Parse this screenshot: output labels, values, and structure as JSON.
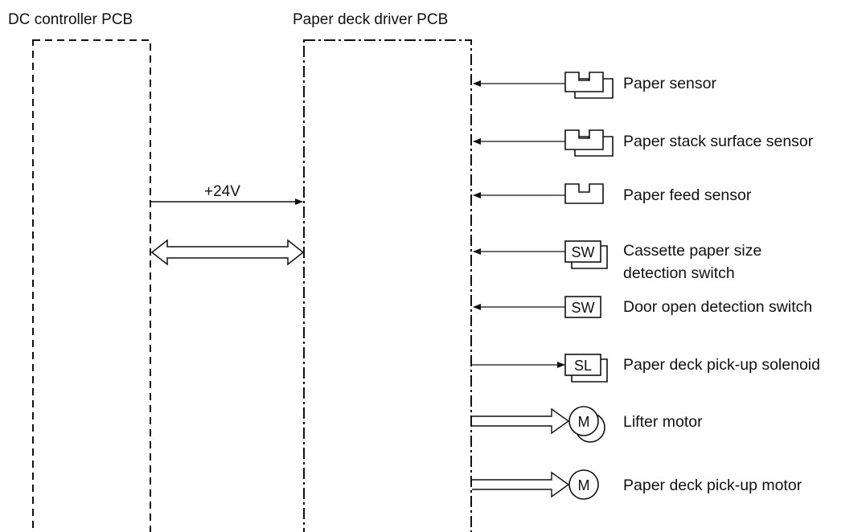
{
  "boards": {
    "dc_controller": {
      "label": "DC controller PCB"
    },
    "paper_deck_driver": {
      "label": "Paper deck driver PCB"
    }
  },
  "connections": {
    "power_label": "+24V"
  },
  "components": [
    {
      "symbol": "sensor",
      "stacked": true,
      "text": "",
      "label_lines": [
        "Paper sensor"
      ],
      "direction": "in"
    },
    {
      "symbol": "sensor",
      "stacked": true,
      "text": "",
      "label_lines": [
        "Paper stack surface sensor"
      ],
      "direction": "in"
    },
    {
      "symbol": "sensor",
      "stacked": false,
      "text": "",
      "label_lines": [
        "Paper feed sensor"
      ],
      "direction": "in"
    },
    {
      "symbol": "box",
      "stacked": true,
      "text": "SW",
      "label_lines": [
        "Cassette paper size",
        "detection switch"
      ],
      "direction": "in"
    },
    {
      "symbol": "box",
      "stacked": false,
      "text": "SW",
      "label_lines": [
        "Door open detection switch"
      ],
      "direction": "in"
    },
    {
      "symbol": "box",
      "stacked": true,
      "text": "SL",
      "label_lines": [
        "Paper deck pick-up solenoid"
      ],
      "direction": "out"
    },
    {
      "symbol": "motor",
      "stacked": true,
      "text": "M",
      "label_lines": [
        "Lifter motor"
      ],
      "direction": "bus"
    },
    {
      "symbol": "motor",
      "stacked": false,
      "text": "M",
      "label_lines": [
        "Paper deck pick-up motor"
      ],
      "direction": "bus"
    }
  ],
  "colors": {
    "line": "#111111",
    "background": "#ffffff"
  }
}
